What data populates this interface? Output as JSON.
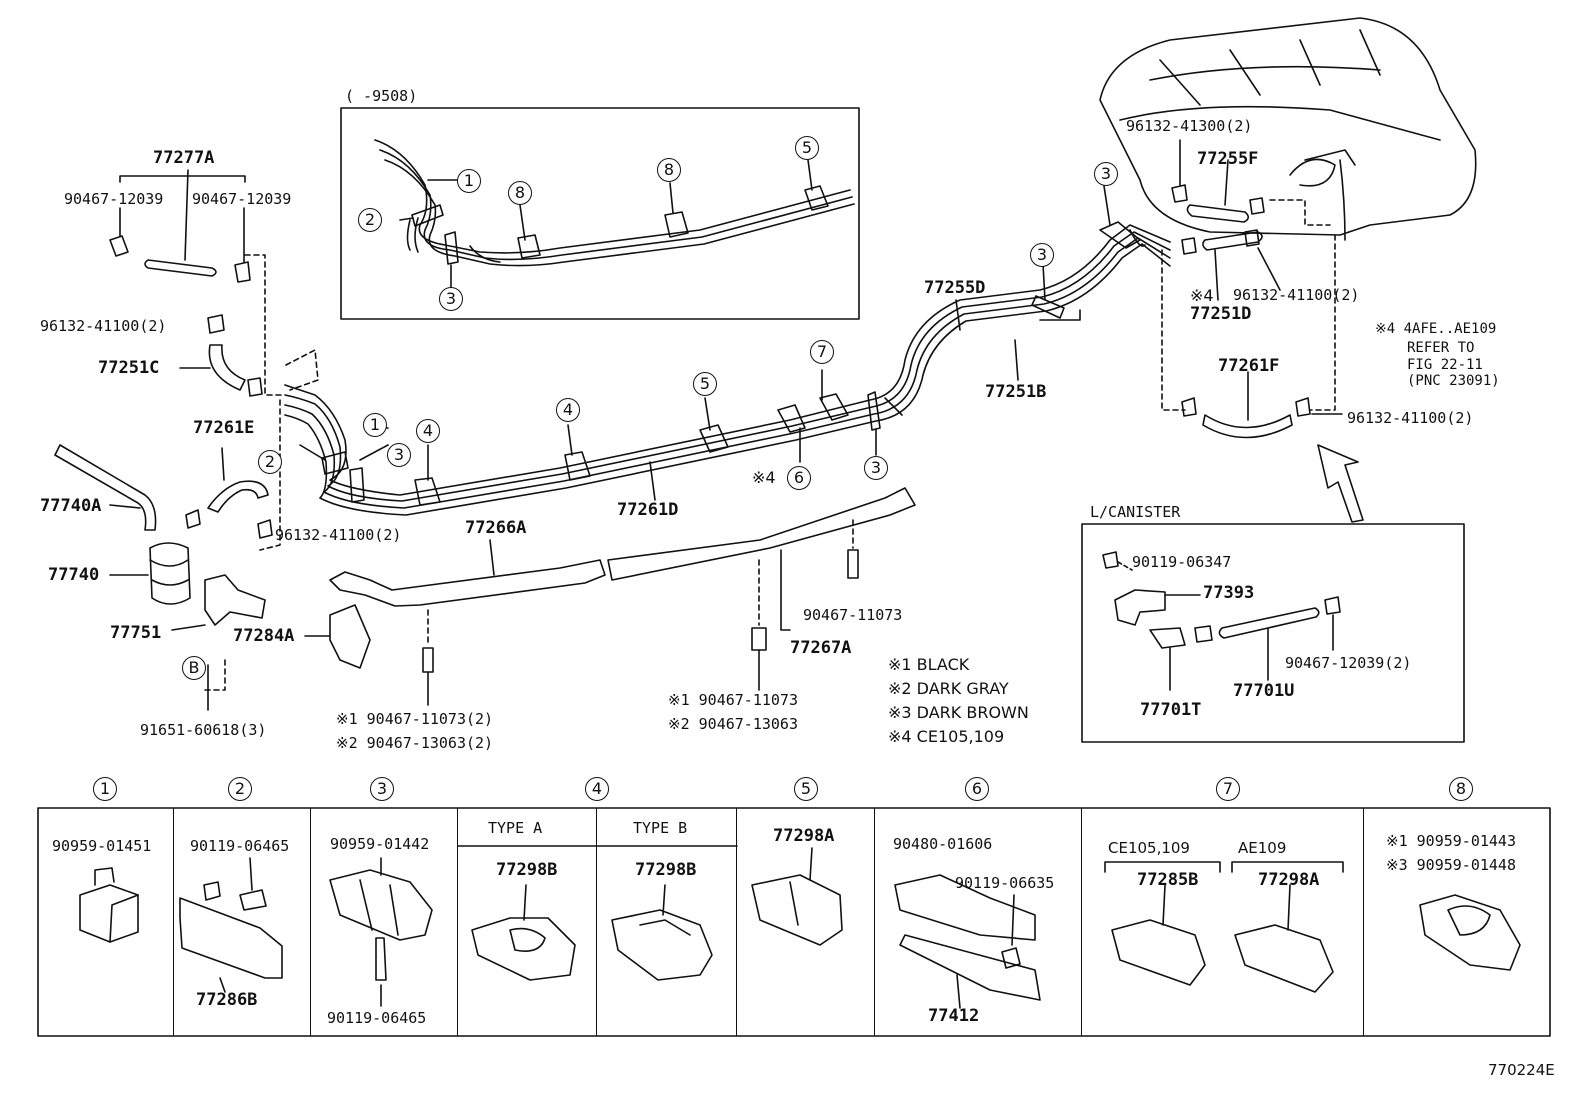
{
  "figure_id": "770224E",
  "inset": {
    "range_label": "(     -9508)",
    "callouts": [
      "1",
      "2",
      "3",
      "8",
      "8",
      "5"
    ]
  },
  "canister_box": {
    "title": "L/CANISTER",
    "parts": [
      "90119-06347",
      "77393",
      "77701T",
      "77701U",
      "90467-12039(2)"
    ]
  },
  "main_labels": {
    "p77277A": "77277A",
    "p90467_12039_a": "90467-12039",
    "p90467_12039_b": "90467-12039",
    "p96132_41100_1": "96132-41100(2)",
    "p77251C": "77251C",
    "p77261E": "77261E",
    "p77740A": "77740A",
    "p77740": "77740",
    "p77751": "77751",
    "p77284A": "77284A",
    "p96132_41100_2": "96132-41100(2)",
    "p91651": "91651-60618(3)",
    "p77266A": "77266A",
    "p77261D": "77261D",
    "p77255D": "77255D",
    "p77251B": "77251B",
    "p90467_11073_a": "90467-11073",
    "p77267A": "77267A",
    "p96132_41300": "96132-41300(2)",
    "p77255F": "77255F",
    "p77251D": "77251D",
    "p96132_41100_3": "96132-41100(2)",
    "p77261F": "77261F",
    "p96132_41100_4": "96132-41100(2)",
    "note4_mark": "※4",
    "circle_b": "B"
  },
  "bolt_notes_left": [
    "※1  90467-11073(2)",
    "※2  90467-13063(2)"
  ],
  "bolt_notes_mid": [
    "※1  90467-11073",
    "※2  90467-13063"
  ],
  "refer_note": [
    "※4 4AFE..AE109",
    "REFER TO",
    "FIG 22-11",
    "(PNC 23091)"
  ],
  "color_legend": [
    "※1 BLACK",
    "※2 DARK GRAY",
    "※3 DARK BROWN",
    "※4 CE105,109"
  ],
  "main_callouts": {
    "c1": "1",
    "c2": "2",
    "c3a": "3",
    "c4a": "4",
    "c4b": "4",
    "c5": "5",
    "c6": "6",
    "c7": "7",
    "c3b": "3",
    "c3c": "3",
    "c3d": "3"
  },
  "note6_mark": "※4",
  "table": {
    "headers": [
      "1",
      "2",
      "3",
      "4",
      "5",
      "6",
      "7",
      "8"
    ],
    "cells": {
      "c1": {
        "part": "90959-01451"
      },
      "c2": {
        "part_top": "90119-06465",
        "part_bottom": "77286B"
      },
      "c3": {
        "part_top": "90959-01442",
        "part_bottom": "90119-06465"
      },
      "c4a": {
        "type": "TYPE  A",
        "part": "77298B"
      },
      "c4b": {
        "type": "TYPE  B",
        "part": "77298B"
      },
      "c5": {
        "part": "77298A"
      },
      "c6": {
        "part_top": "90480-01606",
        "part_mid": "90119-06635",
        "part_bottom": "77412"
      },
      "c7": {
        "sub_a": "CE105,109",
        "sub_b": "AE109",
        "part_a": "77285B",
        "part_b": "77298A"
      },
      "c8": {
        "line1": "※1  90959-01443",
        "line2": "※3  90959-01448"
      }
    }
  }
}
